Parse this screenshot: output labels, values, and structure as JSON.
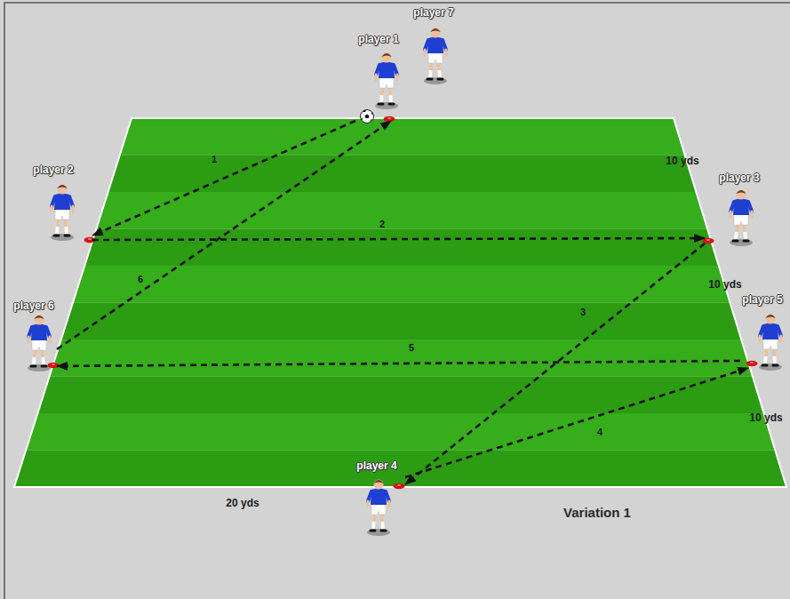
{
  "diagram": {
    "caption": "Variation 1",
    "nodes": [
      {
        "text": [
          "player 7"
        ]
      },
      {
        "text": [
          "player 1"
        ]
      },
      {
        "text": [
          "player 2"
        ]
      },
      {
        "text": [
          "player 3"
        ]
      },
      {
        "text": [
          "player 6"
        ]
      },
      {
        "text": [
          "player 5"
        ]
      },
      {
        "text": [
          "player 4"
        ]
      }
    ],
    "edges": [
      {
        "from": 1,
        "to": 2,
        "arrow": "to",
        "label": "1"
      },
      {
        "from": 2,
        "to": 3,
        "arrow": "to",
        "label": "2"
      },
      {
        "from": 3,
        "to": 6,
        "arrow": "to",
        "label": "3"
      },
      {
        "from": 6,
        "to": 5,
        "arrow": "to",
        "label": "4"
      },
      {
        "from": 5,
        "to": 4,
        "arrow": "to",
        "label": "5"
      },
      {
        "from": 4,
        "to": 1,
        "arrow": "to",
        "label": "6"
      }
    ],
    "labels": [
      "10 yds",
      "10 yds",
      "10 yds",
      "20 yds"
    ]
  }
}
